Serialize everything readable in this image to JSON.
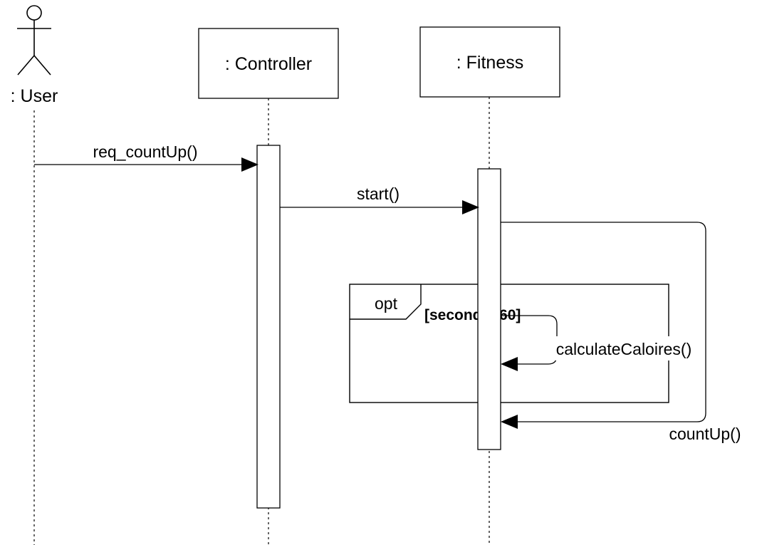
{
  "actors": [
    {
      "id": "user",
      "label": ": User"
    }
  ],
  "lifelines": [
    {
      "id": "controller",
      "label": ": Controller"
    },
    {
      "id": "fitness",
      "label": ": Fitness"
    }
  ],
  "messages": [
    {
      "id": "req_countUp",
      "label": "req_countUp()"
    },
    {
      "id": "start",
      "label": "start()"
    },
    {
      "id": "calculateCaloires",
      "label": "calculateCaloires()"
    },
    {
      "id": "countUp",
      "label": "countUp()"
    }
  ],
  "fragment": {
    "operator": "opt",
    "guard": "[second==60]"
  }
}
